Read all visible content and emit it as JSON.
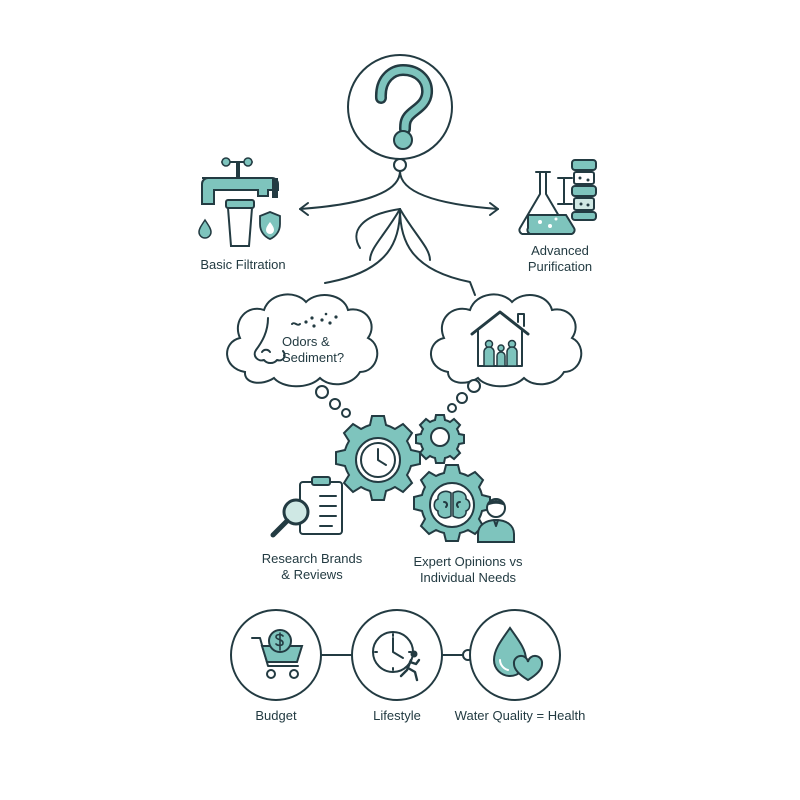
{
  "colors": {
    "ink": "#233b42",
    "teal": "#7ec4bd",
    "teal_light": "#cfe8e4",
    "background": "#ffffff"
  },
  "nodes": {
    "question": {
      "icon": "question-mark-icon"
    },
    "basic_filtration": {
      "label": "Basic Filtration",
      "icon": "faucet-filter-icon"
    },
    "advanced_purification": {
      "label_line1": "Advanced",
      "label_line2": "Purification",
      "icon": "flask-lab-icon"
    },
    "odors_thought": {
      "label_line1": "Odors &",
      "label_line2": "Sediment?",
      "icon": "nose-icon"
    },
    "home_thought": {
      "icon": "house-family-icon"
    },
    "research": {
      "label_line1": "Research Brands",
      "label_line2": "& Reviews",
      "icon": "clipboard-magnifier-icon"
    },
    "expert": {
      "label_line1": "Expert Opinions vs",
      "label_line2": "Individual Needs",
      "icon": "brain-expert-icon"
    },
    "gears": {
      "icon": "gears-clock-icon"
    }
  },
  "factors": [
    {
      "label": "Budget",
      "icon": "shopping-cart-coin-icon"
    },
    {
      "label": "Lifestyle",
      "icon": "clock-runner-icon"
    },
    {
      "label": "Water Quality = Health",
      "icon": "water-drop-heart-icon"
    }
  ]
}
